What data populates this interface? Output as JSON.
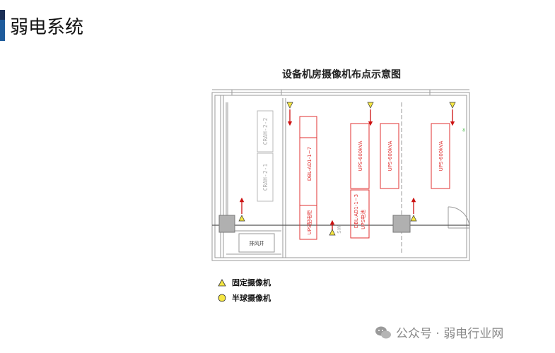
{
  "slide": {
    "title": "弱电系统"
  },
  "figure": {
    "title": "设备机房摄像机布点示意图",
    "room_labels": {
      "rack_upper": "CRAH-2-2",
      "rack_lower": "CRAH-2-1",
      "shaft": "排风井",
      "dbl": "DBL-AD1-1~7",
      "ups_dist": "UPS配电柜",
      "ups1": "UPS-600kVA",
      "ups2": "UPS-600kVA",
      "ups3": "UPS-600kVA",
      "dbr": "DBL-AD1-1~3",
      "ups_batt": "UPS电池",
      "sw": "SW"
    },
    "colors": {
      "wall": "#9a9a9a",
      "equipment": "#e03030",
      "camera_fill": "#f5e642",
      "arrow": "#cc1111"
    }
  },
  "legend": [
    {
      "icon": "triangle-icon",
      "label": "固定摄像机"
    },
    {
      "icon": "circle-icon",
      "label": "半球摄像机"
    }
  ],
  "watermark": {
    "text": "公众号 · 弱电行业网"
  }
}
